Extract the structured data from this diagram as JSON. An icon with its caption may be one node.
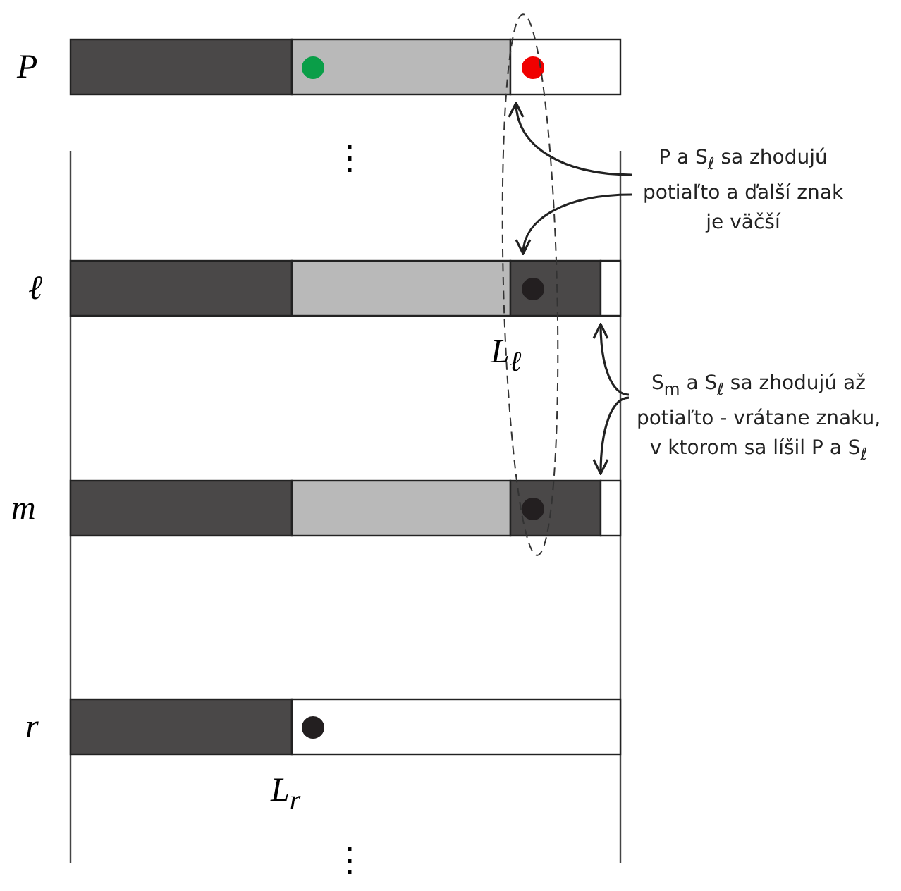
{
  "diagram": {
    "nodes": [
      {
        "text": [],
        "shape": "bar",
        "beside": [
          "P"
        ]
      },
      {
        "text": [],
        "shape": "bar",
        "beside": [
          "ℓ",
          "L$_{ℓ}$"
        ]
      },
      {
        "text": [],
        "shape": "bar",
        "beside": [
          "m"
        ]
      },
      {
        "text": [],
        "shape": "bar",
        "beside": [
          "r",
          "L$_{r}$"
        ]
      },
      {
        "text": [
          "P a S$_{ℓ}$ sa zhodujú potiaľto a ďalší znak je väčší"
        ]
      },
      {
        "text": [
          "S$_{m}$ a S$_{ℓ}$ sa zhodujú až potiaľto - vrátane znaku, v ktorom sa líšil P a S$_{ℓ}$"
        ]
      }
    ],
    "edges": [
      {
        "from": 4,
        "to": 0,
        "arrow": "to"
      },
      {
        "from": 4,
        "to": 1,
        "arrow": "to"
      },
      {
        "from": 5,
        "to": 1,
        "arrow": "to"
      },
      {
        "from": 5,
        "to": 2,
        "arrow": "to"
      }
    ],
    "labels": [
      "⋮",
      "⋮"
    ]
  }
}
